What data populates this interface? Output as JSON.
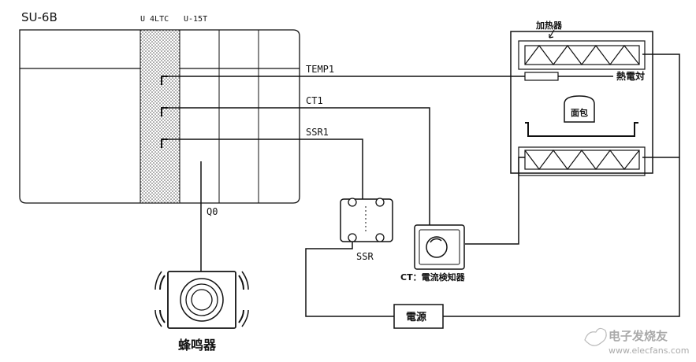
{
  "plc": {
    "title": "SU-6B",
    "module_1": "U 4LTC",
    "module_2": "U-15T",
    "output_label": "Q0"
  },
  "signals": {
    "temp": "TEMP1",
    "ct": "CT1",
    "ssr": "SSR1"
  },
  "oven": {
    "heater_label": "加热器",
    "thermocouple_label": "熱電対",
    "bread_label": "面包"
  },
  "devices": {
    "ssr_label": "SSR",
    "ct_label": "CT：電流検知器",
    "power_label": "電源",
    "buzzer_label": "蜂鸣器"
  },
  "watermark": {
    "line1": "电子发烧友",
    "line2": "www.elecfans.com"
  }
}
